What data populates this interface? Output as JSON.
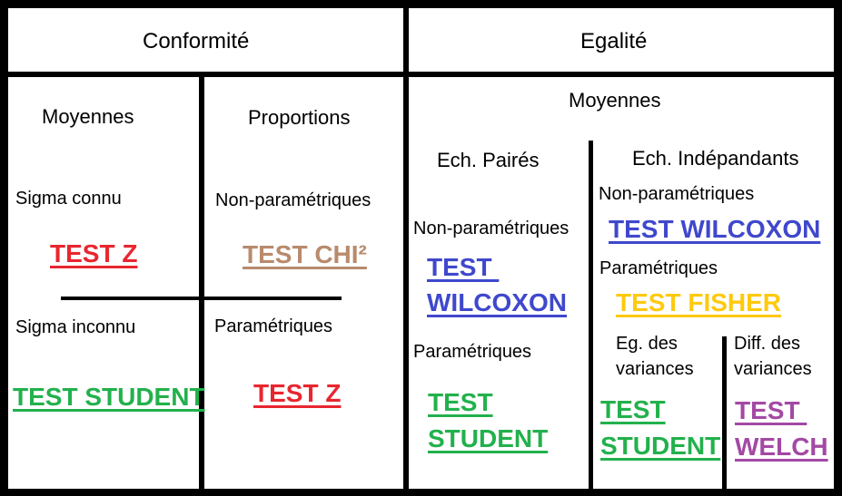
{
  "colors": {
    "red": "#e8262f",
    "brown": "#b98a6d",
    "green": "#22b14c",
    "blue": "#3f48cc",
    "yellow": "#ffc90e",
    "purple": "#a349a4"
  },
  "header": {
    "left": "Conformité",
    "right": "Egalité"
  },
  "conformite": {
    "moyennes": {
      "title": "Moyennes",
      "sigma_connu": "Sigma connu",
      "test_z": "TEST Z",
      "sigma_inconnu": "Sigma inconnu",
      "test_student": "TEST STUDENT"
    },
    "proportions": {
      "title": "Proportions",
      "non_parametriques": "Non-paramétriques",
      "test_chi": "TEST CHI²",
      "parametriques": "Paramétriques",
      "test_z": "TEST Z"
    }
  },
  "egalite": {
    "title": "Moyennes",
    "paires": {
      "title": "Ech. Pairés",
      "non_parametriques": "Non-paramétriques",
      "test_wilcoxon_line1": "TEST ",
      "test_wilcoxon_line2": "WILCOXON",
      "parametriques": "Paramétriques",
      "test_student_line1": "TEST",
      "test_student_line2": "STUDENT"
    },
    "independants": {
      "title": "Ech. Indépandants",
      "non_parametriques": "Non-paramétriques",
      "test_wilcoxon": "TEST WILCOXON",
      "parametriques": "Paramétriques",
      "test_fisher": "TEST FISHER",
      "eg_variances_line1": "Eg. des",
      "eg_variances_line2": "variances",
      "test_student_line1": "TEST",
      "test_student_line2": "STUDENT",
      "diff_variances_line1": "Diff. des",
      "diff_variances_line2": "variances",
      "test_welch_line1": "TEST ",
      "test_welch_line2": "WELCH"
    }
  }
}
